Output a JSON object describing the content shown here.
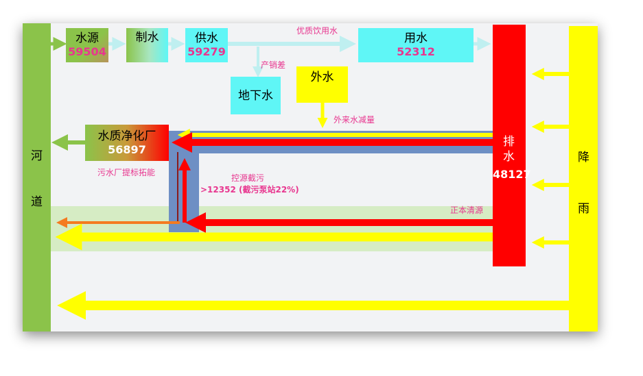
{
  "nodes": {
    "river": {
      "label_1": "河",
      "label_2": "道"
    },
    "source": {
      "label": "水源",
      "value": "59504"
    },
    "treatment": {
      "label": "制水"
    },
    "supply": {
      "label": "供水",
      "value": "59279"
    },
    "usage": {
      "label": "用水",
      "value": "52312"
    },
    "groundwater": {
      "label": "地下水"
    },
    "external_water": {
      "label": "外水"
    },
    "drainage": {
      "label_1": "排",
      "label_2": "水",
      "value": "48127"
    },
    "purification_plant": {
      "label": "水质净化厂",
      "value": "56897"
    },
    "rain": {
      "label_1": "降",
      "label_2": "雨"
    }
  },
  "flow_labels": {
    "quality_drinking": "优质饮用水",
    "production_sales_gap": "产销差",
    "external_reduction": "外来水减量",
    "plant_capacity": "污水厂提标拓能",
    "source_interception": "控源截污",
    "interception_value": ">12352 (截污泵站22%)",
    "clean_source": "正本清源"
  },
  "colors": {
    "green": "#8bc34a",
    "cyan": "#5ff6f6",
    "red": "#ff0000",
    "yellow": "#ffff00",
    "blue_channel": "#6e8fc4",
    "orange": "#f47b20",
    "light_green_band": "#d6ecc4"
  }
}
